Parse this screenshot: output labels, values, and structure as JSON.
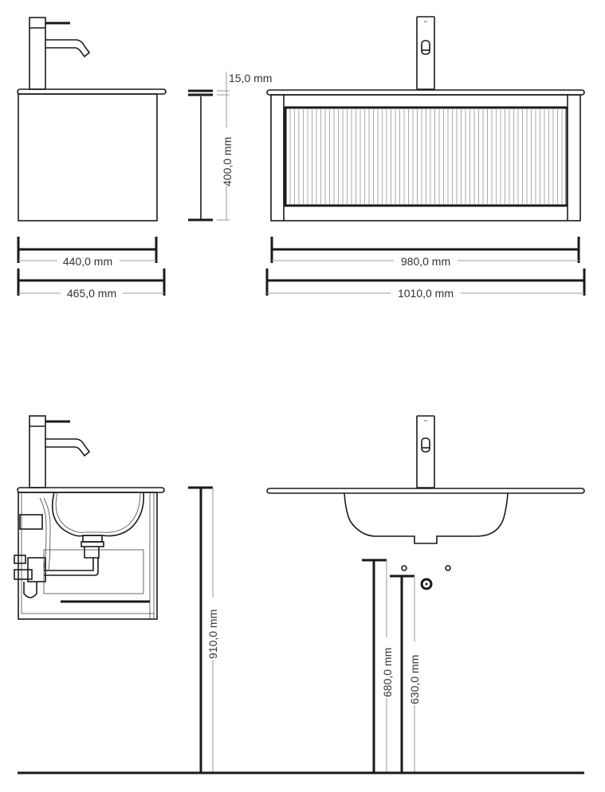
{
  "drawing": {
    "title": "Vanity unit dimension drawing",
    "colors": {
      "line": "#1a1a1a",
      "dimension_line": "#9a9a9a",
      "background": "#ffffff"
    },
    "dimensions": {
      "top_thickness": "15,0 mm",
      "cabinet_height": "400,0 mm",
      "cabinet_depth": "440,0 mm",
      "total_depth": "465,0 mm",
      "cabinet_width": "980,0 mm",
      "total_width": "1010,0 mm",
      "top_height_from_floor": "910,0 mm",
      "drain_height": "680,0 mm",
      "water_supply_height": "630,0 mm"
    }
  }
}
